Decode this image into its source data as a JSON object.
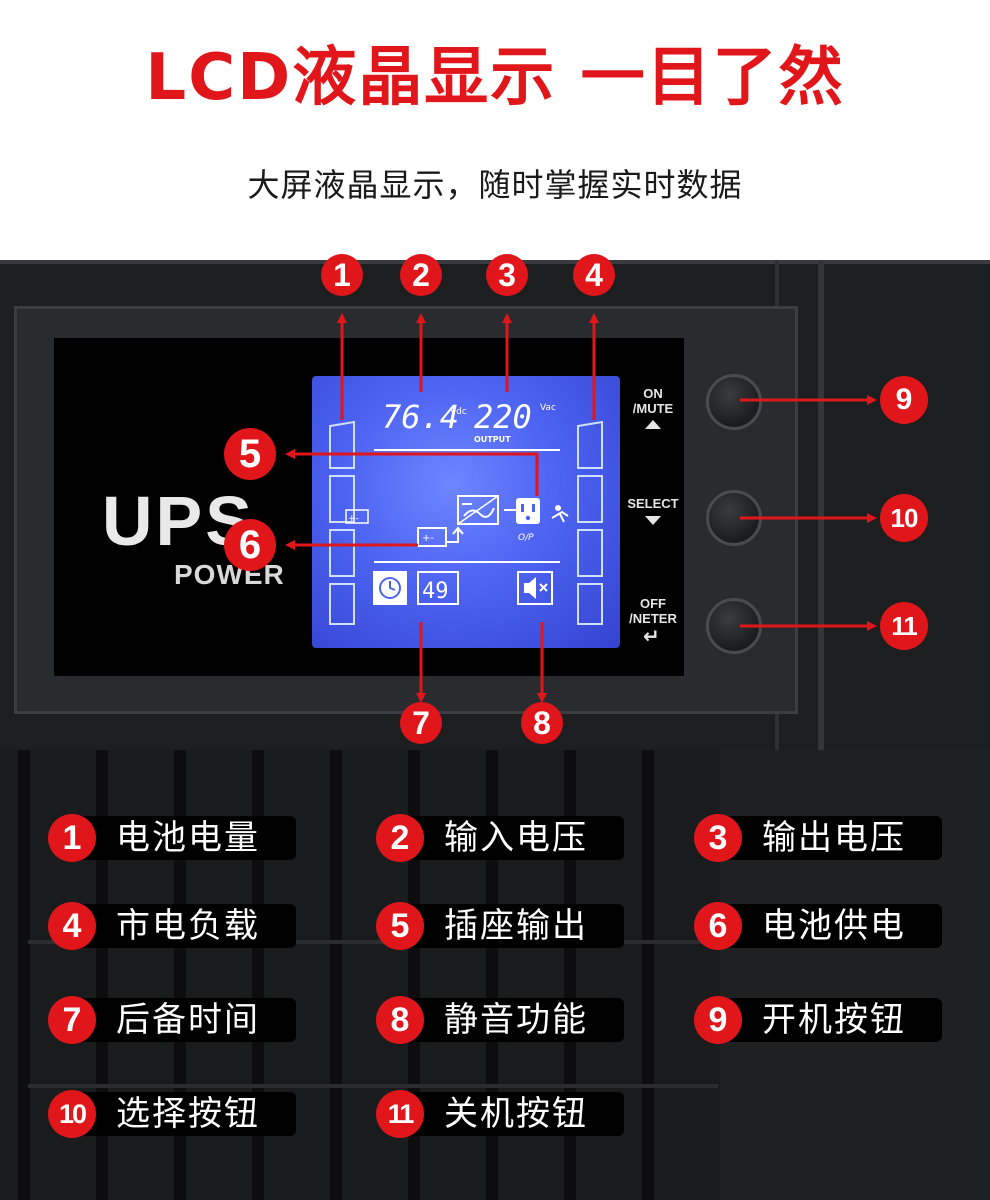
{
  "header": {
    "title": "LCD液晶显示 一目了然",
    "subtitle": "大屏液晶显示，随时掌握实时数据"
  },
  "device": {
    "brand": "UPS",
    "brand_sub": "POWER",
    "lcd": {
      "input_voltage": "76.4",
      "input_unit": "Vdc",
      "output_voltage": "220",
      "output_unit": "Vac",
      "output_label": "OUTPUT",
      "op_label": "O/P",
      "backup_minutes": "49"
    },
    "buttons": [
      {
        "label_line1": "ON",
        "label_line2": "/MUTE",
        "icon": "triangle-up-icon"
      },
      {
        "label_line1": "SELECT",
        "label_line2": "",
        "icon": "triangle-down-icon"
      },
      {
        "label_line1": "OFF",
        "label_line2": "/NETER",
        "icon": "enter-arrow-icon"
      }
    ]
  },
  "callouts": {
    "c1": "1",
    "c2": "2",
    "c3": "3",
    "c4": "4",
    "c5": "5",
    "c6": "6",
    "c7": "7",
    "c8": "8",
    "c9": "9",
    "c10": "10",
    "c11": "11"
  },
  "legend": [
    {
      "num": "1",
      "label": "电池电量"
    },
    {
      "num": "2",
      "label": "输入电压"
    },
    {
      "num": "3",
      "label": "输出电压"
    },
    {
      "num": "4",
      "label": "市电负载"
    },
    {
      "num": "5",
      "label": "插座输出"
    },
    {
      "num": "6",
      "label": "电池供电"
    },
    {
      "num": "7",
      "label": "后备时间"
    },
    {
      "num": "8",
      "label": "静音功能"
    },
    {
      "num": "9",
      "label": "开机按钮"
    },
    {
      "num": "10",
      "label": "选择按钮"
    },
    {
      "num": "11",
      "label": "关机按钮"
    }
  ],
  "colors": {
    "accent": "#e0161b",
    "lcd_blue": "#4d63f2",
    "device_body": "#1d1e20"
  }
}
